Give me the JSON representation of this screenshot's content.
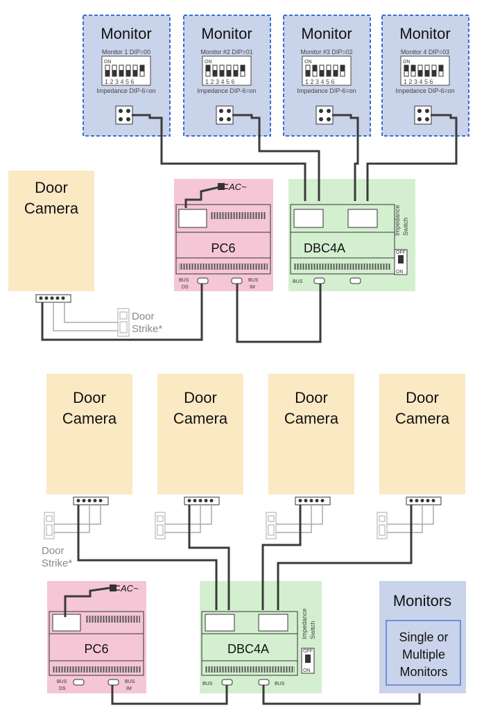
{
  "top": {
    "monitors": [
      {
        "title": "Monitor",
        "dip_label": "Monitor 1 DIP=00",
        "dip_on": "ON",
        "dip_numbers": "1 2 3 4 5 6",
        "impedance": "Impedance DIP-6=on"
      },
      {
        "title": "Monitor",
        "dip_label": "Monitor #2 DIP=01",
        "dip_on": "ON",
        "dip_numbers": "1 2 3 4 5 6",
        "impedance": "Impedance DIP-6=on"
      },
      {
        "title": "Monitor",
        "dip_label": "Monitor #3 DIP=02",
        "dip_on": "ON",
        "dip_numbers": "1 2 3 4 5 6",
        "impedance": "Impedance DIP-6=on"
      },
      {
        "title": "Monitor",
        "dip_label": "Monitor 4 DIP=03",
        "dip_on": "ON",
        "dip_numbers": "1 2 3 4 5 6",
        "impedance": "Impedance DIP-6=on"
      }
    ],
    "door_camera": {
      "line1": "Door",
      "line2": "Camera"
    },
    "door_strike": {
      "line1": "Door",
      "line2": "Strike*"
    },
    "pc6": {
      "name": "PC6",
      "ac": "AC~",
      "bus_ds_1": "BUS",
      "bus_ds_2": "DS",
      "bus_im_1": "BUS",
      "bus_im_2": "IM"
    },
    "dbc4a": {
      "name": "DBC4A",
      "bus": "BUS",
      "impedance_1": "Impedance",
      "impedance_2": "Switch",
      "off": "OFF",
      "on": "ON"
    }
  },
  "bottom": {
    "door_cameras": [
      {
        "line1": "Door",
        "line2": "Camera"
      },
      {
        "line1": "Door",
        "line2": "Camera"
      },
      {
        "line1": "Door",
        "line2": "Camera"
      },
      {
        "line1": "Door",
        "line2": "Camera"
      }
    ],
    "door_strike": {
      "line1": "Door",
      "line2": "Strike*"
    },
    "pc6": {
      "name": "PC6",
      "ac": "AC~",
      "bus_ds_1": "BUS",
      "bus_ds_2": "DS",
      "bus_im_1": "BUS",
      "bus_im_2": "IM"
    },
    "dbc4a": {
      "name": "DBC4A",
      "bus_left": "BUS",
      "bus_right": "BUS",
      "impedance_1": "Impedance",
      "impedance_2": "Switch",
      "off": "OFF",
      "on": "ON"
    },
    "monitors_box": {
      "title": "Monitors",
      "line1": "Single or",
      "line2": "Multiple",
      "line3": "Monitors"
    }
  },
  "colors": {
    "monitor_fill": "#c9d3ea",
    "monitor_border": "#3a6fd8",
    "camera_fill": "#fbe9c4",
    "pc6_fill": "#f5c6d6",
    "dbc_fill": "#d3efcf",
    "wire": "#3a3a3a",
    "strike_wire": "#aaaaaa"
  }
}
